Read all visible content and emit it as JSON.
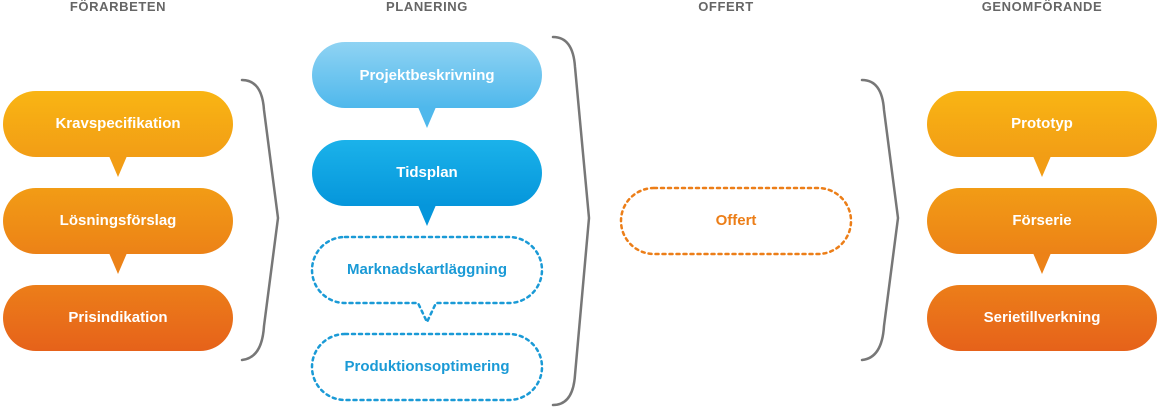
{
  "columns": {
    "forarbeten": {
      "title": "FÖRARBETEN",
      "items": [
        "Kravspecifikation",
        "Lösningsförslag",
        "Prisindikation"
      ]
    },
    "planering": {
      "title": "PLANERING",
      "items": [
        "Projektbeskrivning",
        "Tidsplan",
        "Marknadskartläggning",
        "Produktionsoptimering"
      ]
    },
    "offert": {
      "title": "OFFERT",
      "items": [
        "Offert"
      ]
    },
    "genomforande": {
      "title": "GENOMFÖRANDE",
      "items": [
        "Prototyp",
        "Förserie",
        "Serietillverkning"
      ]
    }
  },
  "colors": {
    "heading": "#666666",
    "orange_light": "#f7ad12",
    "orange_mid": "#ef8c16",
    "orange_dark": "#e8681a",
    "blue_light": "#6cc7f0",
    "blue": "#0aa1e0",
    "dashed_blue": "#1a9ad6",
    "dashed_orange": "#ec7e18",
    "bracket": "#777777"
  }
}
